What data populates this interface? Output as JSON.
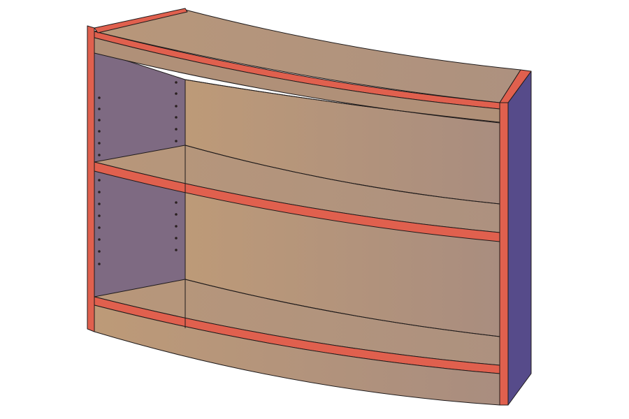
{
  "scene": {
    "subject": "curved-bookcase",
    "view": "isometric-cad-render",
    "shelf_count": 3
  },
  "colors": {
    "background": "#ffffff",
    "wood_light": "#b89a7c",
    "wood_mid": "#a98e7f",
    "wood_top": "#b5947a",
    "edge_band": "#e0604e",
    "side_panel_outer": "#564b8a",
    "side_panel_inner": "#7e6a82",
    "outline": "#1e1a1a",
    "peg_hole": "#2a2020"
  }
}
